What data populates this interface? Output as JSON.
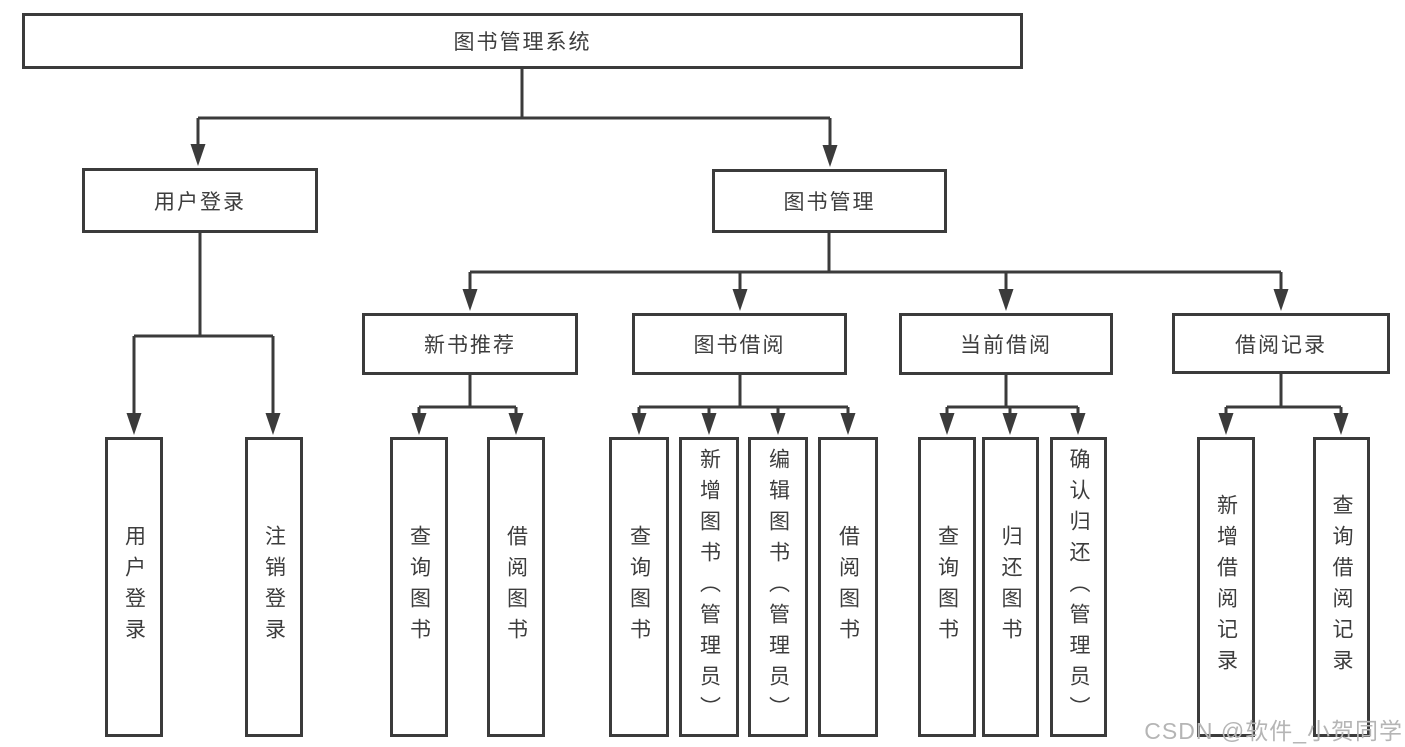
{
  "nodes": {
    "root": "图书管理系统",
    "user_login": "用户登录",
    "book_mgmt": "图书管理",
    "new_books": "新书推荐",
    "book_borrow": "图书借阅",
    "current_borrow": "当前借阅",
    "borrow_records": "借阅记录"
  },
  "leaves": [
    "用户登录",
    "注销登录",
    "查询图书",
    "借阅图书",
    "查询图书",
    "新增图书（管理员）",
    "编辑图书（管理员）",
    "借阅图书",
    "查询图书",
    "归还图书",
    "确认归还（管理员）",
    "新增借阅记录",
    "查询借阅记录"
  ],
  "watermark": "CSDN @软件_小贺同学",
  "colors": {
    "line": "#3b3b3b",
    "text": "#3d3d3d",
    "box_background": "#ffffff",
    "watermark": "#b5b5b5"
  }
}
